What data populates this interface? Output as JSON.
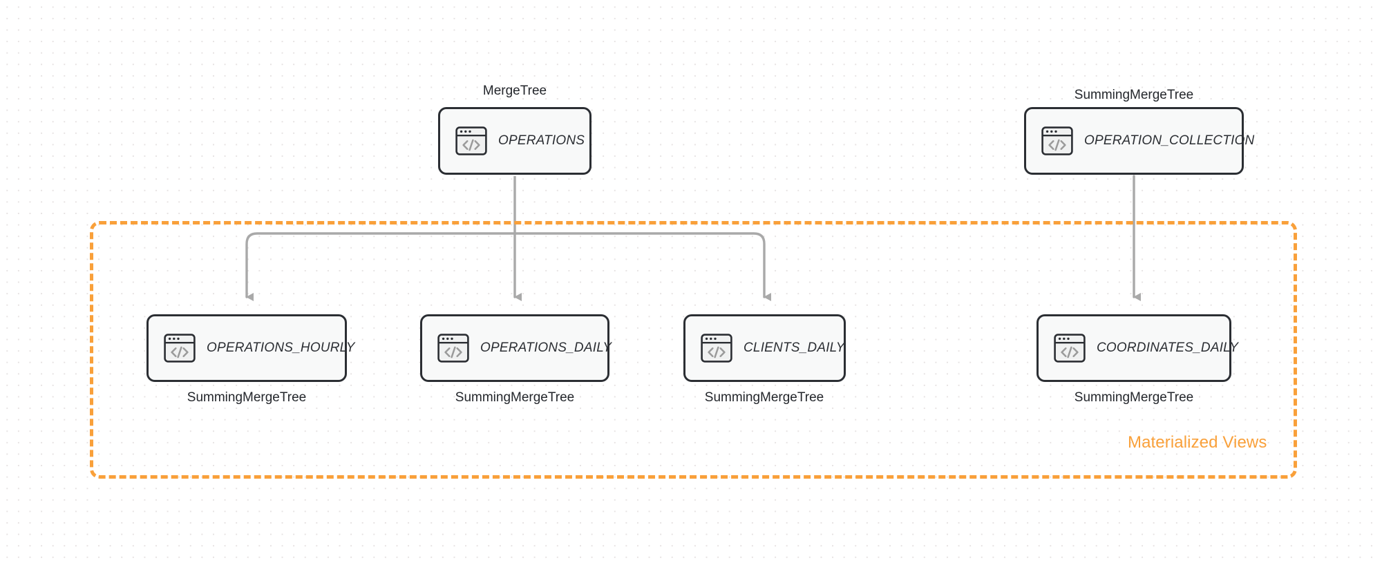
{
  "diagram": {
    "title": "ClickHouse table and materialized view lineage",
    "colors": {
      "accent_orange": "#f9a03a",
      "node_border": "#2b2e33",
      "node_fill": "#f8f9f9",
      "edge_gray": "#a9a9a9",
      "grid_dot": "#e6e2e2",
      "background": "#ffffff"
    },
    "group": {
      "label": "Materialized Views",
      "style": "dashed"
    },
    "source_nodes": [
      {
        "id": "operations",
        "name": "OPERATIONS",
        "engine": "MergeTree",
        "icon": "code-window-icon",
        "engine_position": "above"
      },
      {
        "id": "operation_collection",
        "name": "OPERATION_COLLECTION",
        "engine": "SummingMergeTree",
        "icon": "code-window-icon",
        "engine_position": "above"
      }
    ],
    "view_nodes": [
      {
        "id": "operations_hourly",
        "name": "OPERATIONS_HOURLY",
        "engine": "SummingMergeTree",
        "icon": "code-window-icon",
        "engine_position": "below"
      },
      {
        "id": "operations_daily",
        "name": "OPERATIONS_DAILY",
        "engine": "SummingMergeTree",
        "icon": "code-window-icon",
        "engine_position": "below"
      },
      {
        "id": "clients_daily",
        "name": "CLIENTS_DAILY",
        "engine": "SummingMergeTree",
        "icon": "code-window-icon",
        "engine_position": "below"
      },
      {
        "id": "coordinates_daily",
        "name": "COORDINATES_DAILY",
        "engine": "SummingMergeTree",
        "icon": "code-window-icon",
        "engine_position": "below"
      }
    ],
    "edges": [
      {
        "from": "operations",
        "to": "operations_hourly",
        "style": "arrow"
      },
      {
        "from": "operations",
        "to": "operations_daily",
        "style": "arrow"
      },
      {
        "from": "operations",
        "to": "clients_daily",
        "style": "arrow"
      },
      {
        "from": "operation_collection",
        "to": "coordinates_daily",
        "style": "arrow"
      }
    ]
  }
}
